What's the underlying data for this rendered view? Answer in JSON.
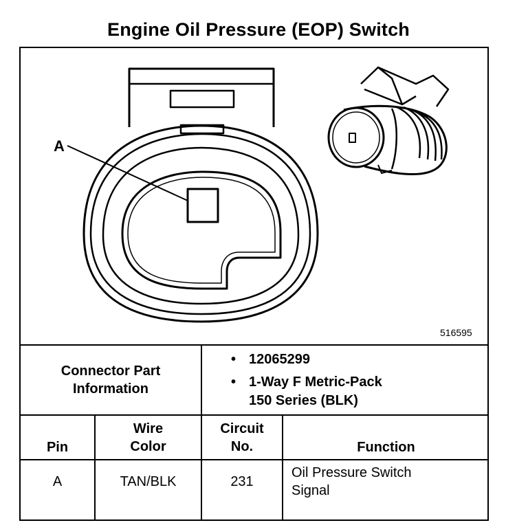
{
  "title": "Engine Oil Pressure (EOP) Switch",
  "figure": {
    "callout": "A",
    "id": "516595"
  },
  "connector": {
    "label_line1": "Connector Part",
    "label_line2": "Information",
    "part_number": "12065299",
    "description_line1": "1-Way F Metric-Pack",
    "description_line2": "150 Series (BLK)",
    "bullet": "•"
  },
  "table": {
    "headers": {
      "pin": "Pin",
      "wire_color_1": "Wire",
      "wire_color_2": "Color",
      "circuit_1": "Circuit",
      "circuit_2": "No.",
      "function": "Function"
    },
    "rows": [
      {
        "pin": "A",
        "wire_color": "TAN/BLK",
        "circuit": "231",
        "function_line1": "Oil Pressure Switch",
        "function_line2": "Signal"
      }
    ]
  }
}
